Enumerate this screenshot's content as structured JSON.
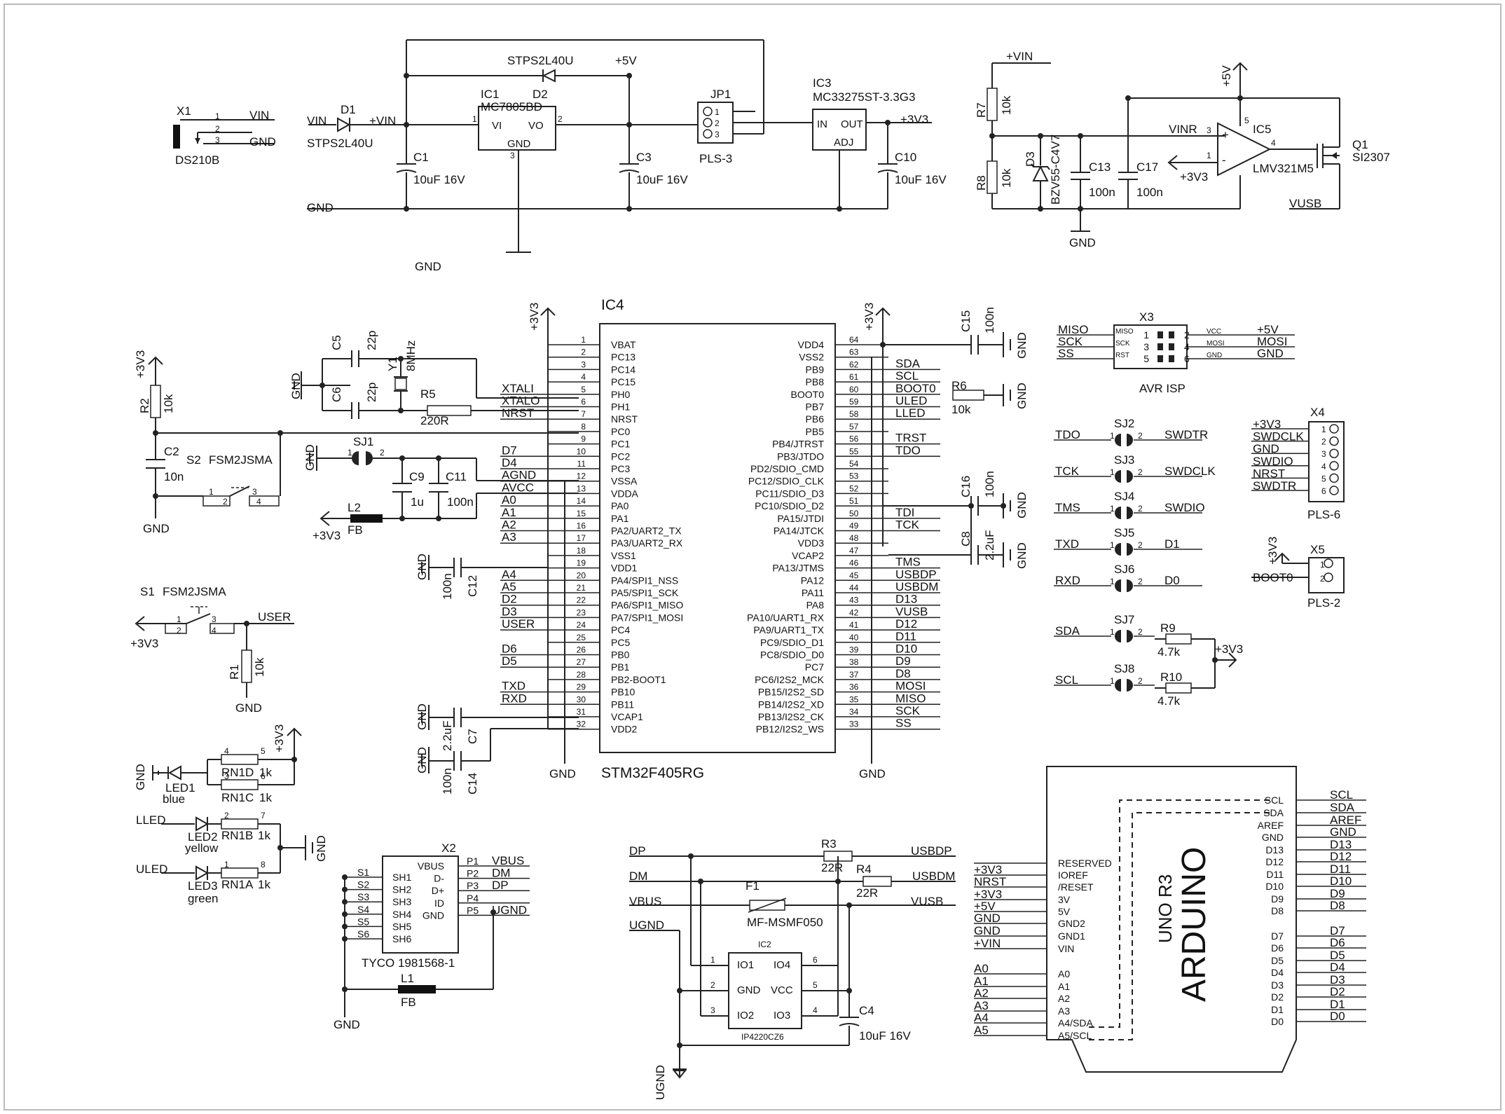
{
  "power": {
    "x1": {
      "ref": "X1",
      "part": "DS210B",
      "p1": "1",
      "p2": "2",
      "p3": "3",
      "vin": "VIN",
      "gnd": "GND"
    },
    "d1": {
      "ref": "D1",
      "part": "STPS2L40U",
      "vin_in": "VIN",
      "vin_out": "+VIN"
    },
    "d2": {
      "ref": "D2",
      "part": "STPS2L40U"
    },
    "ic1": {
      "ref": "IC1",
      "part": "MC7805BD",
      "vi": "VI",
      "vo": "VO",
      "gnd": "GND",
      "p1": "1",
      "p2": "2",
      "p3": "3"
    },
    "plus5v": "+5V",
    "jp1": {
      "ref": "JP1",
      "part": "PLS-3",
      "p1": "1",
      "p2": "2",
      "p3": "3"
    },
    "ic3": {
      "ref": "IC3",
      "part": "MC33275ST-3.3G3",
      "in": "IN",
      "out": "OUT",
      "adj": "ADJ"
    },
    "plus3v3": "+3V3",
    "c1": {
      "ref": "C1",
      "value": "10uF 16V"
    },
    "c3": {
      "ref": "C3",
      "value": "10uF 16V"
    },
    "c10": {
      "ref": "C10",
      "value": "10uF 16V"
    },
    "gnd": "GND"
  },
  "vusb": {
    "vin": "+VIN",
    "r7": {
      "ref": "R7",
      "value": "10k"
    },
    "r8": {
      "ref": "R8",
      "value": "10k"
    },
    "d3": {
      "ref": "D3",
      "part": "BZV55-C4V7"
    },
    "c13": {
      "ref": "C13",
      "value": "100n"
    },
    "c17": {
      "ref": "C17",
      "value": "100n"
    },
    "vinr": "VINR",
    "plus5v": "+5V",
    "plus3v3": "+3V3",
    "ic5": {
      "ref": "IC5",
      "part": "LMV321M5",
      "p1": "1",
      "p3": "3",
      "p4": "4",
      "p5": "5",
      "plus": "+",
      "minus": "-"
    },
    "q1": {
      "ref": "Q1",
      "part": "SI2307"
    },
    "vusb": "VUSB",
    "gnd": "GND"
  },
  "mcu": {
    "ref": "IC4",
    "part": "STM32F405RG",
    "left_pins": [
      {
        "n": "1",
        "name": "VBAT",
        "net": ""
      },
      {
        "n": "2",
        "name": "PC13",
        "net": ""
      },
      {
        "n": "3",
        "name": "PC14",
        "net": ""
      },
      {
        "n": "4",
        "name": "PC15",
        "net": ""
      },
      {
        "n": "5",
        "name": "PH0",
        "net": "XTALI"
      },
      {
        "n": "6",
        "name": "PH1",
        "net": "XTALO"
      },
      {
        "n": "7",
        "name": "NRST",
        "net": "NRST"
      },
      {
        "n": "8",
        "name": "PC0",
        "net": ""
      },
      {
        "n": "9",
        "name": "PC1",
        "net": ""
      },
      {
        "n": "10",
        "name": "PC2",
        "net": "D7"
      },
      {
        "n": "11",
        "name": "PC3",
        "net": "D4"
      },
      {
        "n": "12",
        "name": "VSSA",
        "net": "AGND"
      },
      {
        "n": "13",
        "name": "VDDA",
        "net": "AVCC"
      },
      {
        "n": "14",
        "name": "PA0",
        "net": "A0"
      },
      {
        "n": "15",
        "name": "PA1",
        "net": "A1"
      },
      {
        "n": "16",
        "name": "PA2/UART2_TX",
        "net": "A2"
      },
      {
        "n": "17",
        "name": "PA3/UART2_RX",
        "net": "A3"
      },
      {
        "n": "18",
        "name": "VSS1",
        "net": ""
      },
      {
        "n": "19",
        "name": "VDD1",
        "net": ""
      },
      {
        "n": "20",
        "name": "PA4/SPI1_NSS",
        "net": "A4"
      },
      {
        "n": "21",
        "name": "PA5/SPI1_SCK",
        "net": "A5"
      },
      {
        "n": "22",
        "name": "PA6/SPI1_MISO",
        "net": "D2"
      },
      {
        "n": "23",
        "name": "PA7/SPI1_MOSI",
        "net": "D3"
      },
      {
        "n": "24",
        "name": "PC4",
        "net": "USER"
      },
      {
        "n": "25",
        "name": "PC5",
        "net": ""
      },
      {
        "n": "26",
        "name": "PB0",
        "net": "D6"
      },
      {
        "n": "27",
        "name": "PB1",
        "net": "D5"
      },
      {
        "n": "28",
        "name": "PB2-BOOT1",
        "net": ""
      },
      {
        "n": "29",
        "name": "PB10",
        "net": "TXD"
      },
      {
        "n": "30",
        "name": "PB11",
        "net": "RXD"
      },
      {
        "n": "31",
        "name": "VCAP1",
        "net": ""
      },
      {
        "n": "32",
        "name": "VDD2",
        "net": ""
      }
    ],
    "right_pins": [
      {
        "n": "64",
        "name": "VDD4",
        "net": ""
      },
      {
        "n": "63",
        "name": "VSS2",
        "net": ""
      },
      {
        "n": "62",
        "name": "PB9",
        "net": "SDA"
      },
      {
        "n": "61",
        "name": "PB8",
        "net": "SCL"
      },
      {
        "n": "60",
        "name": "BOOT0",
        "net": "BOOT0"
      },
      {
        "n": "59",
        "name": "PB7",
        "net": "ULED"
      },
      {
        "n": "58",
        "name": "PB6",
        "net": "LLED"
      },
      {
        "n": "57",
        "name": "PB5",
        "net": ""
      },
      {
        "n": "56",
        "name": "PB4/JTRST",
        "net": "TRST"
      },
      {
        "n": "55",
        "name": "PB3/JTDO",
        "net": "TDO"
      },
      {
        "n": "54",
        "name": "PD2/SDIO_CMD",
        "net": ""
      },
      {
        "n": "53",
        "name": "PC12/SDIO_CLK",
        "net": ""
      },
      {
        "n": "52",
        "name": "PC11/SDIO_D3",
        "net": ""
      },
      {
        "n": "51",
        "name": "PC10/SDIO_D2",
        "net": ""
      },
      {
        "n": "50",
        "name": "PA15/JTDI",
        "net": "TDI"
      },
      {
        "n": "49",
        "name": "PA14/JTCK",
        "net": "TCK"
      },
      {
        "n": "48",
        "name": "VDD3",
        "net": ""
      },
      {
        "n": "47",
        "name": "VCAP2",
        "net": ""
      },
      {
        "n": "46",
        "name": "PA13/JTMS",
        "net": "TMS"
      },
      {
        "n": "45",
        "name": "PA12",
        "net": "USBDP"
      },
      {
        "n": "44",
        "name": "PA11",
        "net": "USBDM"
      },
      {
        "n": "43",
        "name": "PA8",
        "net": "D13"
      },
      {
        "n": "42",
        "name": "PA10/UART1_RX",
        "net": "VUSB"
      },
      {
        "n": "41",
        "name": "PA9/UART1_TX",
        "net": "D12"
      },
      {
        "n": "40",
        "name": "PC9/SDIO_D1",
        "net": "D11"
      },
      {
        "n": "39",
        "name": "PC8/SDIO_D0",
        "net": "D10"
      },
      {
        "n": "38",
        "name": "PC7",
        "net": "D9"
      },
      {
        "n": "37",
        "name": "PC6/I2S2_MCK",
        "net": "D8"
      },
      {
        "n": "36",
        "name": "PB15/I2S2_SD",
        "net": "MOSI"
      },
      {
        "n": "35",
        "name": "PB14/I2S2_XD",
        "net": "MISO"
      },
      {
        "n": "34",
        "name": "PB13/I2S2_CK",
        "net": "SCK"
      },
      {
        "n": "33",
        "name": "PB12/I2S2_WS",
        "net": "SS"
      }
    ],
    "plus3v3": "+3V3",
    "gnd": "GND"
  },
  "mcu_periph": {
    "c5": {
      "ref": "C5",
      "value": "22p"
    },
    "c6": {
      "ref": "C6",
      "value": "22p"
    },
    "y1": {
      "ref": "Y1",
      "value": "8MHz"
    },
    "r5": {
      "ref": "R5",
      "value": "220R"
    },
    "r2": {
      "ref": "R2",
      "value": "10k"
    },
    "c2": {
      "ref": "C2",
      "value": "10n"
    },
    "s2": {
      "ref": "S2",
      "part": "FSM2JSMA",
      "p1": "1",
      "p2": "2",
      "p3": "3",
      "p4": "4"
    },
    "sj1": {
      "ref": "SJ1",
      "p1": "1",
      "p2": "2"
    },
    "c9": {
      "ref": "C9",
      "value": "1u"
    },
    "c11": {
      "ref": "C11",
      "value": "100n"
    },
    "l2": {
      "ref": "L2",
      "value": "FB"
    },
    "c12": {
      "ref": "C12",
      "value": "100n"
    },
    "c7": {
      "ref": "C7",
      "value": "2.2uF"
    },
    "c14": {
      "ref": "C14",
      "value": "100n"
    },
    "c15": {
      "ref": "C15",
      "value": "100n"
    },
    "r6": {
      "ref": "R6",
      "value": "10k"
    },
    "c16": {
      "ref": "C16",
      "value": "100n"
    },
    "c8": {
      "ref": "C8",
      "value": "2.2uF"
    },
    "plus3v3": "+3V3",
    "gnd": "GND"
  },
  "user": {
    "s1": {
      "ref": "S1",
      "part": "FSM2JSMA",
      "p1": "1",
      "p2": "2",
      "p3": "3",
      "p4": "4"
    },
    "r1": {
      "ref": "R1",
      "value": "10k"
    },
    "net": "USER",
    "plus3v3": "+3V3",
    "gnd": "GND"
  },
  "leds": {
    "led1": {
      "ref": "LED1",
      "color": "blue"
    },
    "led2": {
      "ref": "LED2",
      "color": "yellow"
    },
    "led3": {
      "ref": "LED3",
      "color": "green"
    },
    "rn1d": {
      "ref": "RN1D",
      "value": "1k",
      "pa": "4",
      "pb": "5"
    },
    "rn1c": {
      "ref": "RN1C",
      "value": "1k",
      "pa": "3",
      "pb": "6"
    },
    "rn1b": {
      "ref": "RN1B",
      "value": "1k",
      "pa": "2",
      "pb": "7"
    },
    "rn1a": {
      "ref": "RN1A",
      "value": "1k",
      "pa": "1",
      "pb": "8"
    },
    "lled": "LLED",
    "uled": "ULED",
    "plus3v3": "+3V3",
    "gnd": "GND"
  },
  "usbconn": {
    "ref": "X2",
    "part": "TYCO 1981568-1",
    "s_pins": [
      "S1",
      "S2",
      "S3",
      "S4",
      "S5",
      "S6"
    ],
    "s_names": [
      "SH1",
      "SH2",
      "SH3",
      "SH4",
      "SH5",
      "SH6"
    ],
    "r_names": [
      "VBUS",
      "D-",
      "D+",
      "ID",
      "GND"
    ],
    "p_pins": [
      "P1",
      "P2",
      "P3",
      "P4",
      "P5"
    ],
    "nets": [
      "VBUS",
      "DM",
      "DP",
      "",
      "UGND"
    ],
    "l1": {
      "ref": "L1",
      "value": "FB"
    },
    "gnd": "GND"
  },
  "usbprot": {
    "dp": "DP",
    "dm": "DM",
    "vbus": "VBUS",
    "ugnd": "UGND",
    "r3": {
      "ref": "R3",
      "value": "22R"
    },
    "r4": {
      "ref": "R4",
      "value": "22R"
    },
    "f1": {
      "ref": "F1",
      "part": "MF-MSMF050"
    },
    "ic2": {
      "ref": "IC2",
      "part": "IP4220CZ6",
      "io1": "IO1",
      "io2": "IO2",
      "io3": "IO3",
      "io4": "IO4",
      "gnd": "GND",
      "vcc": "VCC",
      "p1": "1",
      "p2": "2",
      "p3": "3",
      "p4": "4",
      "p5": "5",
      "p6": "6"
    },
    "c4": {
      "ref": "C4",
      "value": "10uF 16V"
    },
    "usbdp": "USBDP",
    "usbdm": "USBDM",
    "vusb": "VUSB"
  },
  "isp": {
    "ref": "X3",
    "part": "AVR ISP",
    "left_nets": [
      "MISO",
      "SCK",
      "SS"
    ],
    "left_small": [
      "MISO",
      "SCK",
      "RST"
    ],
    "pins_left": [
      "1",
      "3",
      "5"
    ],
    "pins_right": [
      "2",
      "4",
      "6"
    ],
    "right_small": [
      "VCC",
      "MOSI",
      "GND"
    ],
    "right_nets": [
      "+5V",
      "MOSI",
      "GND"
    ]
  },
  "jumpers": [
    {
      "ref": "SJ2",
      "left": "TDO",
      "right": "SWDTR"
    },
    {
      "ref": "SJ3",
      "left": "TCK",
      "right": "SWDCLK"
    },
    {
      "ref": "SJ4",
      "left": "TMS",
      "right": "SWDIO"
    },
    {
      "ref": "SJ5",
      "left": "TXD",
      "right": "D1"
    },
    {
      "ref": "SJ6",
      "left": "RXD",
      "right": "D0"
    },
    {
      "ref": "SJ7",
      "left": "SDA",
      "right": ""
    },
    {
      "ref": "SJ8",
      "left": "SCL",
      "right": ""
    }
  ],
  "pullups": {
    "r9": {
      "ref": "R9",
      "value": "4.7k"
    },
    "r10": {
      "ref": "R10",
      "value": "4.7k"
    },
    "plus3v3": "+3V3",
    "p1": "1",
    "p2": "2"
  },
  "x4": {
    "ref": "X4",
    "part": "PLS-6",
    "nets": [
      "+3V3",
      "SWDCLK",
      "GND",
      "SWDIO",
      "NRST",
      "SWDTR"
    ],
    "pins": [
      "1",
      "2",
      "3",
      "4",
      "5",
      "6"
    ]
  },
  "x5": {
    "ref": "X5",
    "part": "PLS-2",
    "nets": [
      "+3V3",
      "BOOT0"
    ],
    "pins": [
      "1",
      "2"
    ]
  },
  "arduino": {
    "title": "ARDUINO",
    "subtitle": "UNO R3",
    "left_labels": [
      "RESERVED",
      "IOREF",
      "/RESET",
      "3V",
      "5V",
      "GND2",
      "GND1",
      "VIN",
      "A0",
      "A1",
      "A2",
      "A3",
      "A4/SDA",
      "A5/SCL"
    ],
    "left_nets": [
      "",
      "+3V3",
      "NRST",
      "+3V3",
      "+5V",
      "GND",
      "GND",
      "+VIN",
      "A0",
      "A1",
      "A2",
      "A3",
      "A4",
      "A5"
    ],
    "right_labels": [
      "SCL",
      "SDA",
      "AREF",
      "GND",
      "D13",
      "D12",
      "D11",
      "D10",
      "D9",
      "D8",
      "D7",
      "D6",
      "D5",
      "D4",
      "D3",
      "D2",
      "D1",
      "D0"
    ],
    "right_nets": [
      "SCL",
      "SDA",
      "AREF",
      "GND",
      "D13",
      "D12",
      "D11",
      "D10",
      "D9",
      "D8",
      "D7",
      "D6",
      "D5",
      "D4",
      "D3",
      "D2",
      "D1",
      "D0"
    ]
  }
}
